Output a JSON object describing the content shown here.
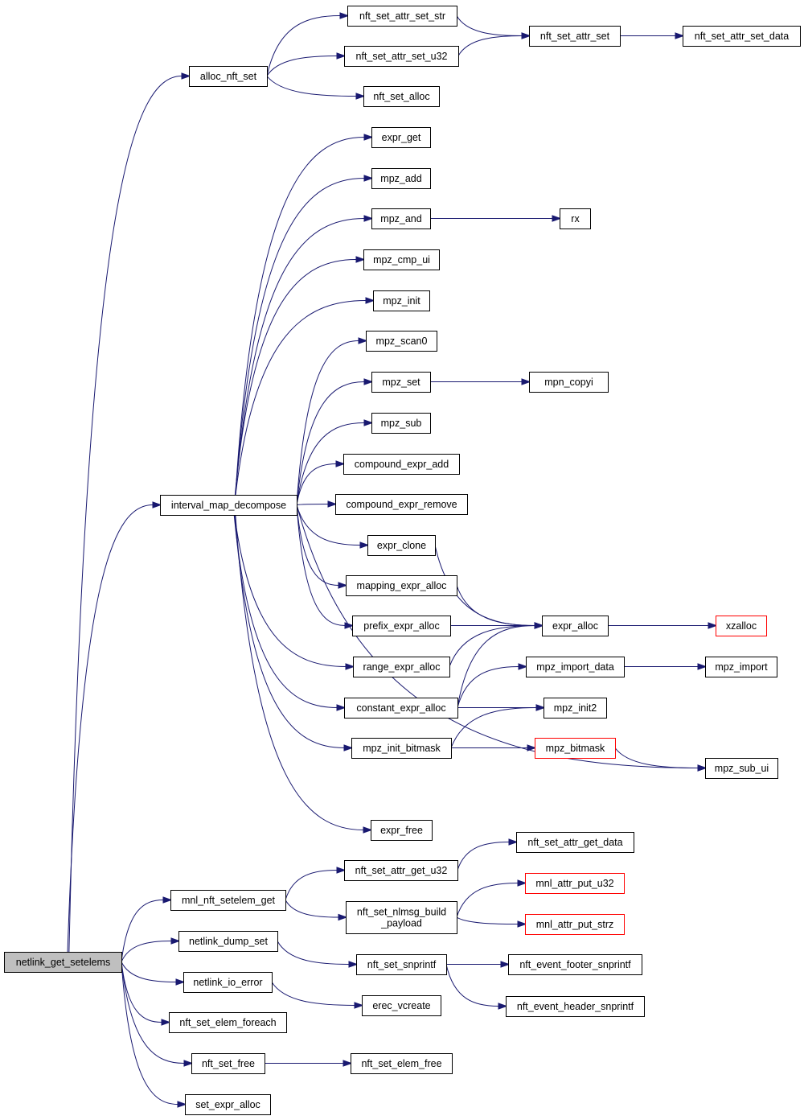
{
  "nodes": [
    {
      "id": "netlink_get_setelems",
      "label": "netlink_get_setelems",
      "style": "root"
    },
    {
      "id": "alloc_nft_set",
      "label": "alloc_nft_set"
    },
    {
      "id": "nft_set_attr_set_str",
      "label": "nft_set_attr_set_str"
    },
    {
      "id": "nft_set_attr_set_u32",
      "label": "nft_set_attr_set_u32"
    },
    {
      "id": "nft_set_attr_set",
      "label": "nft_set_attr_set"
    },
    {
      "id": "nft_set_attr_set_data",
      "label": "nft_set_attr_set_data"
    },
    {
      "id": "nft_set_alloc",
      "label": "nft_set_alloc"
    },
    {
      "id": "interval_map_decompose",
      "label": "interval_map_decompose"
    },
    {
      "id": "expr_get",
      "label": "expr_get"
    },
    {
      "id": "mpz_add",
      "label": "mpz_add"
    },
    {
      "id": "mpz_and",
      "label": "mpz_and"
    },
    {
      "id": "rx",
      "label": "rx"
    },
    {
      "id": "mpz_cmp_ui",
      "label": "mpz_cmp_ui"
    },
    {
      "id": "mpz_init",
      "label": "mpz_init"
    },
    {
      "id": "mpz_scan0",
      "label": "mpz_scan0"
    },
    {
      "id": "mpz_set",
      "label": "mpz_set"
    },
    {
      "id": "mpn_copyi",
      "label": "mpn_copyi"
    },
    {
      "id": "mpz_sub",
      "label": "mpz_sub"
    },
    {
      "id": "compound_expr_add",
      "label": "compound_expr_add"
    },
    {
      "id": "compound_expr_remove",
      "label": "compound_expr_remove"
    },
    {
      "id": "expr_clone",
      "label": "expr_clone"
    },
    {
      "id": "mapping_expr_alloc",
      "label": "mapping_expr_alloc"
    },
    {
      "id": "prefix_expr_alloc",
      "label": "prefix_expr_alloc"
    },
    {
      "id": "range_expr_alloc",
      "label": "range_expr_alloc"
    },
    {
      "id": "constant_expr_alloc",
      "label": "constant_expr_alloc"
    },
    {
      "id": "mpz_init_bitmask",
      "label": "mpz_init_bitmask"
    },
    {
      "id": "expr_free",
      "label": "expr_free"
    },
    {
      "id": "expr_alloc",
      "label": "expr_alloc"
    },
    {
      "id": "xzalloc",
      "label": "xzalloc",
      "style": "red"
    },
    {
      "id": "mpz_import_data",
      "label": "mpz_import_data"
    },
    {
      "id": "mpz_import",
      "label": "mpz_import"
    },
    {
      "id": "mpz_init2",
      "label": "mpz_init2"
    },
    {
      "id": "mpz_bitmask",
      "label": "mpz_bitmask",
      "style": "red"
    },
    {
      "id": "mpz_sub_ui",
      "label": "mpz_sub_ui"
    },
    {
      "id": "mnl_nft_setelem_get",
      "label": "mnl_nft_setelem_get"
    },
    {
      "id": "nft_set_attr_get_u32",
      "label": "nft_set_attr_get_u32"
    },
    {
      "id": "nft_set_attr_get_data",
      "label": "nft_set_attr_get_data"
    },
    {
      "id": "nft_set_nlmsg_build_payload",
      "label": "nft_set_nlmsg_build\n_payload"
    },
    {
      "id": "mnl_attr_put_u32",
      "label": "mnl_attr_put_u32",
      "style": "red"
    },
    {
      "id": "mnl_attr_put_strz",
      "label": "mnl_attr_put_strz",
      "style": "red"
    },
    {
      "id": "netlink_dump_set",
      "label": "netlink_dump_set"
    },
    {
      "id": "nft_set_snprintf",
      "label": "nft_set_snprintf"
    },
    {
      "id": "nft_event_footer_snprintf",
      "label": "nft_event_footer_snprintf"
    },
    {
      "id": "nft_event_header_snprintf",
      "label": "nft_event_header_snprintf"
    },
    {
      "id": "netlink_io_error",
      "label": "netlink_io_error"
    },
    {
      "id": "erec_vcreate",
      "label": "erec_vcreate"
    },
    {
      "id": "nft_set_elem_foreach",
      "label": "nft_set_elem_foreach"
    },
    {
      "id": "nft_set_free",
      "label": "nft_set_free"
    },
    {
      "id": "nft_set_elem_free",
      "label": "nft_set_elem_free"
    },
    {
      "id": "set_expr_alloc",
      "label": "set_expr_alloc"
    }
  ],
  "edges": [
    [
      "netlink_get_setelems",
      "alloc_nft_set"
    ],
    [
      "netlink_get_setelems",
      "interval_map_decompose"
    ],
    [
      "netlink_get_setelems",
      "mnl_nft_setelem_get"
    ],
    [
      "netlink_get_setelems",
      "netlink_dump_set"
    ],
    [
      "netlink_get_setelems",
      "netlink_io_error"
    ],
    [
      "netlink_get_setelems",
      "nft_set_elem_foreach"
    ],
    [
      "netlink_get_setelems",
      "nft_set_free"
    ],
    [
      "netlink_get_setelems",
      "set_expr_alloc"
    ],
    [
      "alloc_nft_set",
      "nft_set_attr_set_str"
    ],
    [
      "alloc_nft_set",
      "nft_set_attr_set_u32"
    ],
    [
      "alloc_nft_set",
      "nft_set_alloc"
    ],
    [
      "nft_set_attr_set_str",
      "nft_set_attr_set"
    ],
    [
      "nft_set_attr_set_u32",
      "nft_set_attr_set"
    ],
    [
      "nft_set_attr_set",
      "nft_set_attr_set_data"
    ],
    [
      "interval_map_decompose",
      "expr_get"
    ],
    [
      "interval_map_decompose",
      "mpz_add"
    ],
    [
      "interval_map_decompose",
      "mpz_and"
    ],
    [
      "interval_map_decompose",
      "mpz_cmp_ui"
    ],
    [
      "interval_map_decompose",
      "mpz_init"
    ],
    [
      "interval_map_decompose",
      "mpz_scan0"
    ],
    [
      "interval_map_decompose",
      "mpz_set"
    ],
    [
      "interval_map_decompose",
      "mpz_sub"
    ],
    [
      "interval_map_decompose",
      "compound_expr_add"
    ],
    [
      "interval_map_decompose",
      "compound_expr_remove"
    ],
    [
      "interval_map_decompose",
      "expr_clone"
    ],
    [
      "interval_map_decompose",
      "mapping_expr_alloc"
    ],
    [
      "interval_map_decompose",
      "prefix_expr_alloc"
    ],
    [
      "interval_map_decompose",
      "range_expr_alloc"
    ],
    [
      "interval_map_decompose",
      "constant_expr_alloc"
    ],
    [
      "interval_map_decompose",
      "mpz_init_bitmask"
    ],
    [
      "interval_map_decompose",
      "mpz_sub_ui"
    ],
    [
      "interval_map_decompose",
      "expr_free"
    ],
    [
      "mpz_and",
      "rx"
    ],
    [
      "mpz_set",
      "mpn_copyi"
    ],
    [
      "expr_clone",
      "expr_alloc"
    ],
    [
      "mapping_expr_alloc",
      "expr_alloc"
    ],
    [
      "prefix_expr_alloc",
      "expr_alloc"
    ],
    [
      "range_expr_alloc",
      "expr_alloc"
    ],
    [
      "constant_expr_alloc",
      "expr_alloc"
    ],
    [
      "constant_expr_alloc",
      "mpz_import_data"
    ],
    [
      "constant_expr_alloc",
      "mpz_init2"
    ],
    [
      "expr_alloc",
      "xzalloc"
    ],
    [
      "mpz_import_data",
      "mpz_import"
    ],
    [
      "mpz_init_bitmask",
      "mpz_init2"
    ],
    [
      "mpz_init_bitmask",
      "mpz_bitmask"
    ],
    [
      "mpz_bitmask",
      "mpz_sub_ui"
    ],
    [
      "mnl_nft_setelem_get",
      "nft_set_attr_get_u32"
    ],
    [
      "mnl_nft_setelem_get",
      "nft_set_nlmsg_build_payload"
    ],
    [
      "nft_set_attr_get_u32",
      "nft_set_attr_get_data"
    ],
    [
      "nft_set_nlmsg_build_payload",
      "mnl_attr_put_u32"
    ],
    [
      "nft_set_nlmsg_build_payload",
      "mnl_attr_put_strz"
    ],
    [
      "netlink_dump_set",
      "nft_set_snprintf"
    ],
    [
      "nft_set_snprintf",
      "nft_event_footer_snprintf"
    ],
    [
      "nft_set_snprintf",
      "nft_event_header_snprintf"
    ],
    [
      "netlink_io_error",
      "erec_vcreate"
    ],
    [
      "nft_set_free",
      "nft_set_elem_free"
    ]
  ]
}
